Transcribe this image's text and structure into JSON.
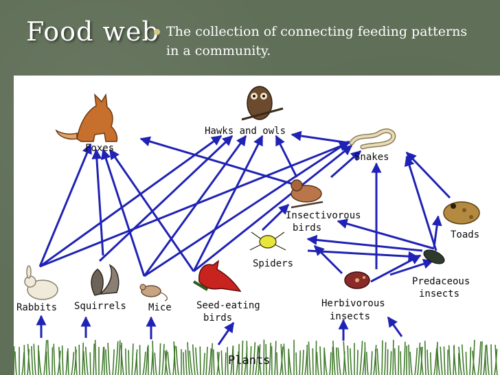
{
  "slide": {
    "title": "Food web",
    "bullet": "The collection of connecting feeding patterns in a community."
  },
  "diagram": {
    "labels": {
      "hawks": "Hawks and owls",
      "foxes": "Foxes",
      "snakes": "Snakes",
      "insectivorous_1": "Insectivorous",
      "insectivorous_2": "birds",
      "toads": "Toads",
      "spiders": "Spiders",
      "predaceous_1": "Predaceous",
      "predaceous_2": "insects",
      "rabbits": "Rabbits",
      "squirrels": "Squirrels",
      "mice": "Mice",
      "seed_1": "Seed-eating",
      "seed_2": "birds",
      "herbivorous_1": "Herbivorous",
      "herbivorous_2": "insects",
      "plants": "Plants"
    },
    "colors": {
      "arrow": "#1f22b4",
      "grass": "#3f7a2a"
    }
  }
}
